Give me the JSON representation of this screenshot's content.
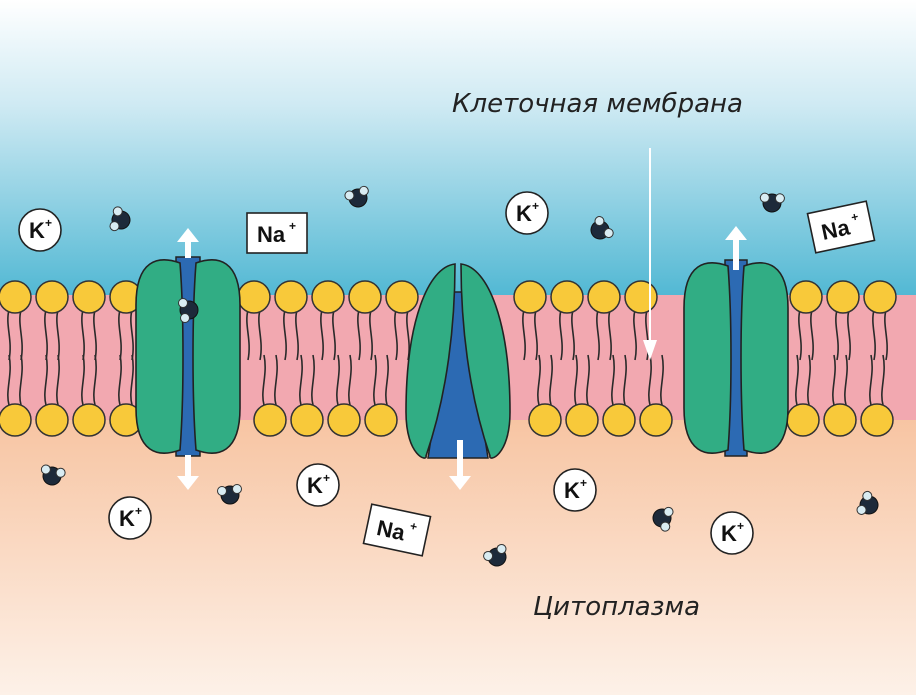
{
  "labels": {
    "membrane": "Клеточная мембрана",
    "cytoplasm": "Цитоплазма"
  },
  "ions": {
    "potassium": "K",
    "sodium": "Na",
    "charge": "+"
  },
  "colors": {
    "extracellular_top": "#ffffff",
    "extracellular_bottom": "#5bbcd6",
    "membrane_core": "#f2a8b0",
    "lipid_head": "#f8c93a",
    "channel_green": "#31ad84",
    "channel_blue": "#2c6ab3",
    "cytoplasm_top": "#f7c7a5",
    "cytoplasm_bottom": "#fdf0e6",
    "arrow": "#ffffff",
    "water": "#1d2a3a"
  }
}
